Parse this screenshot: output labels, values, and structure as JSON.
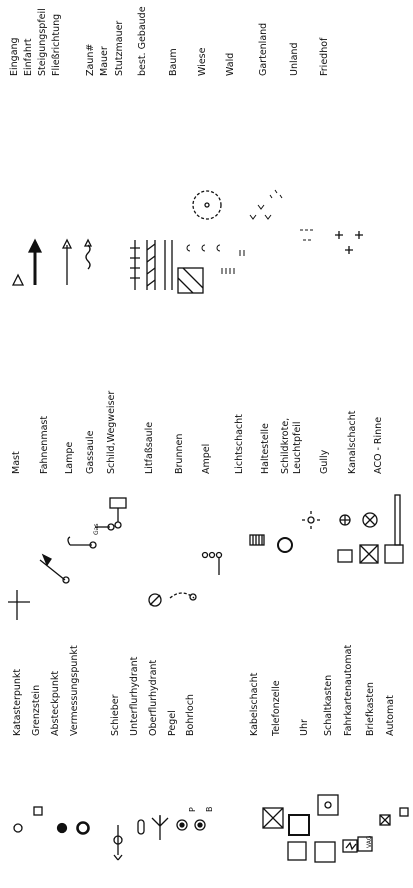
{
  "labels": {
    "katasterpunkt": "Katasterpunkt",
    "grenzstein": "Grenzstein",
    "absteckpunkt": "Absteckpunkt",
    "vermessungspunkt": "Vermessungspunkt",
    "schieber": "Schieber",
    "unterflurhydrant": "Unterflurhydrant",
    "oberflurhydrant": "Oberflurhydrant",
    "pegel": "Pegel",
    "bohrloch": "Bohrloch",
    "kabelschacht": "Kabelschacht",
    "telefonzelle": "Telefonzelle",
    "uhr": "Uhr",
    "schaltkasten": "Schaltkasten",
    "fahrkartenautomat": "Fahrkartenautomat",
    "briefkasten": "Briefkasten",
    "automat": "Automat",
    "mast": "Mast",
    "fahnenmast": "Fahnenmast",
    "lampe": "Lampe",
    "gassaule": "Gassaule",
    "schild": "Schild,Wegweiser",
    "litfasssaule": "Litfaßsaule",
    "brunnen": "Brunnen",
    "ampel": "Ampel",
    "lichtschacht": "Lichtschacht",
    "haltestelle": "Haltestelle",
    "schildkrote_1": "Schildkrote,",
    "schildkrote_2": "Leuchtpfeil",
    "gully": "Gully",
    "kanalschacht": "Kanalschacht",
    "aco_rinne": "ACO - Rinne",
    "eingang": "Eingang",
    "einfahrt": "Einfahrt",
    "steigungspfeil": "Steigungspfeil",
    "fliessrichtung": "Fließrichtung",
    "zaun": "Zaun#",
    "mauer": "Mauer",
    "stutzmauer": "Stutzmauer",
    "gebaude": "best. Gebaude",
    "baum": "Baum",
    "wiese": "Wiese",
    "wald": "Wald",
    "gartenland": "Gartenland",
    "unland": "Unland",
    "friedhof": "Friedhof",
    "gas_small": "Gas",
    "pegel_p": "P",
    "bohrloch_b": "B",
    "vag_small": "VAG"
  }
}
